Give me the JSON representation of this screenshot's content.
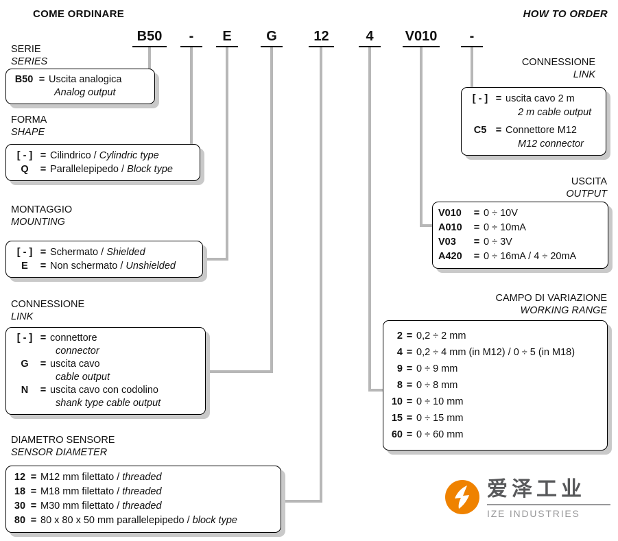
{
  "header": {
    "title_it": "COME ORDINARE",
    "title_en": "HOW TO ORDER"
  },
  "symbols": {
    "eq": "="
  },
  "code": {
    "segments": [
      "B50",
      "-",
      "E",
      "G",
      "12",
      "4",
      "V010",
      "-"
    ]
  },
  "sections": {
    "serie": {
      "title": "SERIE",
      "subtitle": "SERIES",
      "rows": [
        {
          "code": "B50",
          "it": "Uscita analogica",
          "en": "Analog output"
        }
      ]
    },
    "forma": {
      "title": "FORMA",
      "subtitle": "SHAPE",
      "rows": [
        {
          "code": "[ - ]",
          "it": "Cilindrico /",
          "en": "Cylindric type"
        },
        {
          "code": "Q",
          "it": "Parallelepipedo /",
          "en": "Block type"
        }
      ]
    },
    "montaggio": {
      "title": "MONTAGGIO",
      "subtitle": "MOUNTING",
      "rows": [
        {
          "code": "[ - ]",
          "it": "Schermato /",
          "en": "Shielded"
        },
        {
          "code": "E",
          "it": "Non schermato /",
          "en": "Unshielded"
        }
      ]
    },
    "connessione_left": {
      "title": "CONNESSIONE",
      "subtitle": "LINK",
      "rows": [
        {
          "code": "[ - ]",
          "it": "connettore",
          "en": "connector"
        },
        {
          "code": "G",
          "it": "uscita cavo",
          "en": "cable output"
        },
        {
          "code": "N",
          "it": "uscita cavo con codolino",
          "en": "shank type cable output"
        }
      ]
    },
    "diametro": {
      "title": "DIAMETRO SENSORE",
      "subtitle": "SENSOR DIAMETER",
      "rows": [
        {
          "code": "12",
          "it": "M12 mm filettato /",
          "en": "threaded"
        },
        {
          "code": "18",
          "it": "M18 mm filettato /",
          "en": "threaded"
        },
        {
          "code": "30",
          "it": "M30 mm filettato /",
          "en": "threaded"
        },
        {
          "code": "80",
          "it": "80 x 80 x 50 mm parallelepipedo /",
          "en": "block type"
        }
      ]
    },
    "connessione_right": {
      "title": "CONNESSIONE",
      "subtitle": "LINK",
      "rows": [
        {
          "code": "[ - ]",
          "it": "uscita cavo 2 m",
          "en": "2 m cable output"
        },
        {
          "code": "C5",
          "it": "Connettore M12",
          "en": "M12 connector"
        }
      ]
    },
    "uscita": {
      "title": "USCITA",
      "subtitle": "OUTPUT",
      "rows": [
        {
          "code": "V010",
          "value": "0 ÷ 10V"
        },
        {
          "code": "A010",
          "value": "0 ÷ 10mA"
        },
        {
          "code": "V03",
          "value": "0 ÷ 3V"
        },
        {
          "code": "A420",
          "value": "0 ÷ 16mA / 4 ÷ 20mA"
        }
      ]
    },
    "campo": {
      "title": "CAMPO DI VARIAZIONE",
      "subtitle": "WORKING RANGE",
      "rows": [
        {
          "code": "2",
          "value": "0,2 ÷ 2 mm"
        },
        {
          "code": "4",
          "value": "0,2 ÷ 4 mm (in M12) / 0 ÷ 5 (in M18)"
        },
        {
          "code": "9",
          "value": "0 ÷ 9 mm"
        },
        {
          "code": "8",
          "value": "0 ÷ 8 mm"
        },
        {
          "code": "10",
          "value": "0 ÷ 10 mm"
        },
        {
          "code": "15",
          "value": "0 ÷ 15 mm"
        },
        {
          "code": "60",
          "value": "0 ÷ 60 mm"
        }
      ]
    }
  },
  "logo": {
    "cn": "爱泽工业",
    "en": "IZE INDUSTRIES"
  },
  "colors": {
    "accent_orange": "#EF8200",
    "connector_gray": "#B7B7B7",
    "shadow_gray": "#C9C9C9",
    "logo_gray": "#98989A",
    "text_black": "#111111"
  }
}
